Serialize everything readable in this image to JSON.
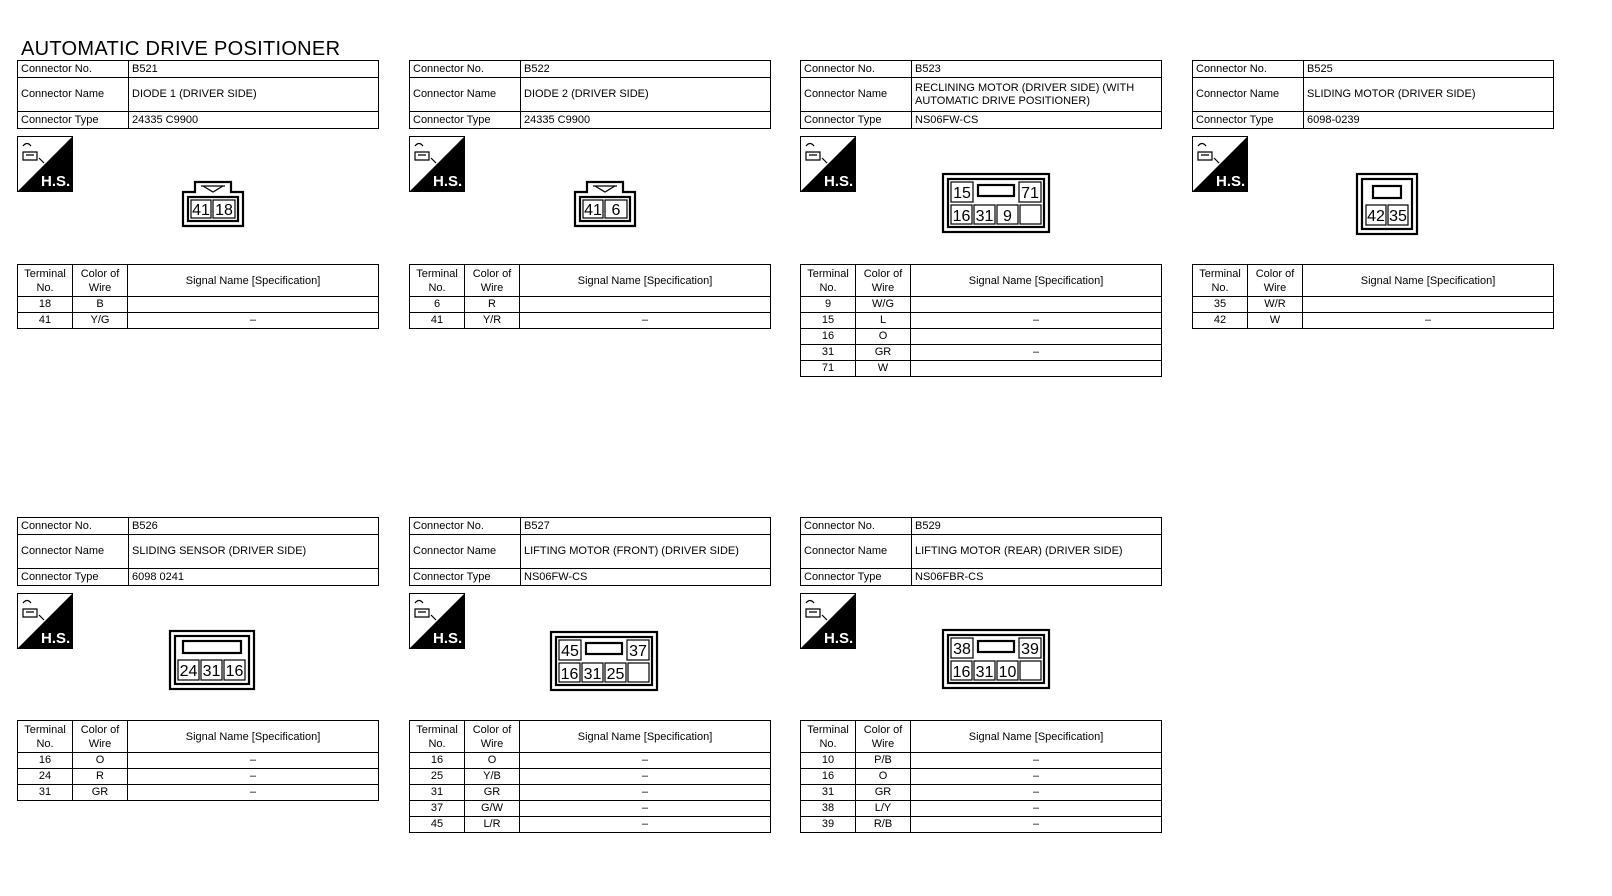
{
  "title": "AUTOMATIC DRIVE POSITIONER",
  "labels": {
    "connector_no": "Connector No.",
    "connector_name": "Connector Name",
    "connector_type": "Connector Type",
    "terminal_no": "Terminal No.",
    "color_of_wire": "Color of Wire",
    "signal_name": "Signal Name [Specification]",
    "hs_badge": "H.S."
  },
  "connectors": [
    {
      "no": "B521",
      "name": "DIODE 1 (DRIVER SIDE)",
      "type": "24335 C9900",
      "pins_top": [],
      "pins_bottom": [
        "41",
        "18"
      ],
      "terminals": [
        {
          "no": "18",
          "color": "B",
          "signal": ""
        },
        {
          "no": "41",
          "color": "Y/G",
          "signal": "–"
        }
      ]
    },
    {
      "no": "B522",
      "name": "DIODE 2 (DRIVER SIDE)",
      "type": "24335 C9900",
      "pins_top": [],
      "pins_bottom": [
        "41",
        "6"
      ],
      "terminals": [
        {
          "no": "6",
          "color": "R",
          "signal": ""
        },
        {
          "no": "41",
          "color": "Y/R",
          "signal": "–"
        }
      ]
    },
    {
      "no": "B523",
      "name": "RECLINING MOTOR (DRIVER SIDE) (WITH AUTOMATIC DRIVE POSITIONER)",
      "type": "NS06FW-CS",
      "pins_top": [
        "15",
        "71"
      ],
      "pins_bottom": [
        "16",
        "31",
        "9",
        ""
      ],
      "terminals": [
        {
          "no": "9",
          "color": "W/G",
          "signal": ""
        },
        {
          "no": "15",
          "color": "L",
          "signal": "–"
        },
        {
          "no": "16",
          "color": "O",
          "signal": ""
        },
        {
          "no": "31",
          "color": "GR",
          "signal": "–"
        },
        {
          "no": "71",
          "color": "W",
          "signal": ""
        }
      ]
    },
    {
      "no": "B525",
      "name": "SLIDING MOTOR (DRIVER SIDE)",
      "type": "6098-0239",
      "pins_top": [],
      "pins_bottom": [
        "42",
        "35"
      ],
      "terminals": [
        {
          "no": "35",
          "color": "W/R",
          "signal": ""
        },
        {
          "no": "42",
          "color": "W",
          "signal": "–"
        }
      ]
    },
    {
      "no": "B526",
      "name": "SLIDING SENSOR (DRIVER SIDE)",
      "type": "6098 0241",
      "pins_top": [],
      "pins_bottom": [
        "24",
        "31",
        "16"
      ],
      "terminals": [
        {
          "no": "16",
          "color": "O",
          "signal": "–"
        },
        {
          "no": "24",
          "color": "R",
          "signal": "–"
        },
        {
          "no": "31",
          "color": "GR",
          "signal": "–"
        }
      ]
    },
    {
      "no": "B527",
      "name": "LIFTING MOTOR (FRONT) (DRIVER SIDE)",
      "type": "NS06FW-CS",
      "pins_top": [
        "45",
        "37"
      ],
      "pins_bottom": [
        "16",
        "31",
        "25",
        ""
      ],
      "terminals": [
        {
          "no": "16",
          "color": "O",
          "signal": "–"
        },
        {
          "no": "25",
          "color": "Y/B",
          "signal": "–"
        },
        {
          "no": "31",
          "color": "GR",
          "signal": "–"
        },
        {
          "no": "37",
          "color": "G/W",
          "signal": "–"
        },
        {
          "no": "45",
          "color": "L/R",
          "signal": "–"
        }
      ]
    },
    {
      "no": "B529",
      "name": "LIFTING MOTOR (REAR) (DRIVER SIDE)",
      "type": "NS06FBR-CS",
      "pins_top": [
        "38",
        "39"
      ],
      "pins_bottom": [
        "16",
        "31",
        "10",
        ""
      ],
      "terminals": [
        {
          "no": "10",
          "color": "P/B",
          "signal": "–"
        },
        {
          "no": "16",
          "color": "O",
          "signal": "–"
        },
        {
          "no": "31",
          "color": "GR",
          "signal": "–"
        },
        {
          "no": "38",
          "color": "L/Y",
          "signal": "–"
        },
        {
          "no": "39",
          "color": "R/B",
          "signal": "–"
        }
      ]
    }
  ]
}
